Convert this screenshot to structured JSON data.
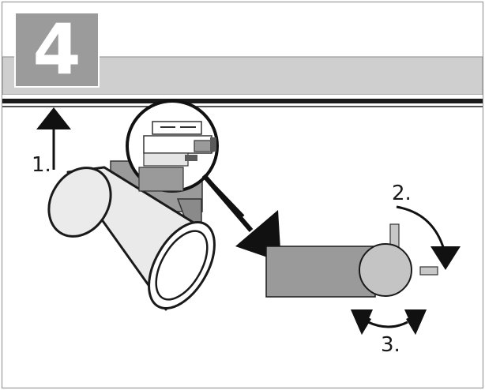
{
  "step": {
    "number": "4",
    "badge_color": "#9b9b9b"
  },
  "labels": {
    "step1": "1.",
    "step2": "2.",
    "step3": "3."
  },
  "colors": {
    "rail": "#cfcfcf",
    "rail_dark": "#1a1a1a",
    "spot_body": "#e8e8e8",
    "adapter": "#9a9a9a",
    "adapter_detail": "#b5b5b5",
    "knob": "#c4c4c4",
    "arrow": "#111111"
  }
}
